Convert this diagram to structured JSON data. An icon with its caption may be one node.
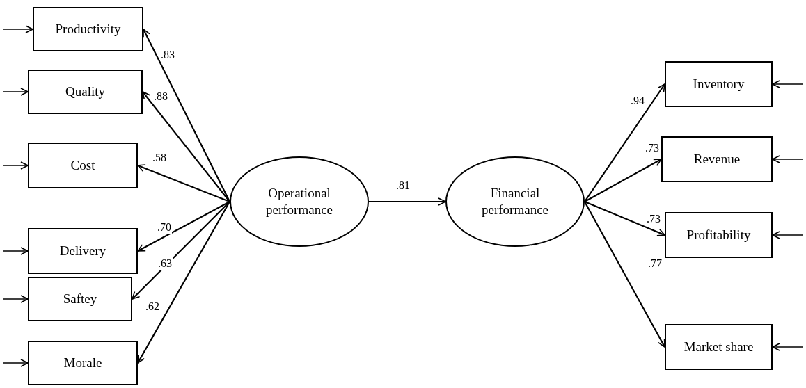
{
  "diagram": {
    "nodes": [
      {
        "text": [
          "Productivity"
        ]
      },
      {
        "text": [
          "Quality"
        ]
      },
      {
        "text": [
          "Cost"
        ]
      },
      {
        "text": [
          "Delivery"
        ]
      },
      {
        "text": [
          "Saftey"
        ]
      },
      {
        "text": [
          "Morale"
        ]
      },
      {
        "text": [
          "Operational performance"
        ]
      },
      {
        "text": [
          "Financial performance"
        ]
      },
      {
        "text": [
          "Inventory"
        ]
      },
      {
        "text": [
          "Revenue"
        ]
      },
      {
        "text": [
          "Profitability"
        ]
      },
      {
        "text": [
          "Market share"
        ]
      }
    ],
    "edges": [
      {
        "from": 6,
        "to": 0,
        "arrow": "to",
        "label": ".83"
      },
      {
        "from": 6,
        "to": 1,
        "arrow": "to",
        "label": ".88"
      },
      {
        "from": 6,
        "to": 2,
        "arrow": "to",
        "label": ".58"
      },
      {
        "from": 6,
        "to": 3,
        "arrow": "to",
        "label": ".70"
      },
      {
        "from": 6,
        "to": 4,
        "arrow": "to",
        "label": ".63"
      },
      {
        "from": 6,
        "to": 5,
        "arrow": "to",
        "label": ".62"
      },
      {
        "from": 6,
        "to": 7,
        "arrow": "to",
        "label": ".81"
      },
      {
        "from": 7,
        "to": 8,
        "arrow": "to",
        "label": ".94"
      },
      {
        "from": 7,
        "to": 9,
        "arrow": "to",
        "label": ".73"
      },
      {
        "from": 7,
        "to": 10,
        "arrow": "to",
        "label": ".73"
      },
      {
        "from": 7,
        "to": 11,
        "arrow": "to",
        "label": ".77"
      },
      {
        "from": null,
        "to": 0,
        "arrow": "to"
      },
      {
        "from": null,
        "to": 1,
        "arrow": "to"
      },
      {
        "from": null,
        "to": 2,
        "arrow": "to"
      },
      {
        "from": null,
        "to": 3,
        "arrow": "to"
      },
      {
        "from": null,
        "to": 4,
        "arrow": "to"
      },
      {
        "from": null,
        "to": 5,
        "arrow": "to"
      },
      {
        "from": null,
        "to": 8,
        "arrow": "to"
      },
      {
        "from": null,
        "to": 9,
        "arrow": "to"
      },
      {
        "from": null,
        "to": 10,
        "arrow": "to"
      },
      {
        "from": null,
        "to": 11,
        "arrow": "to"
      }
    ]
  }
}
